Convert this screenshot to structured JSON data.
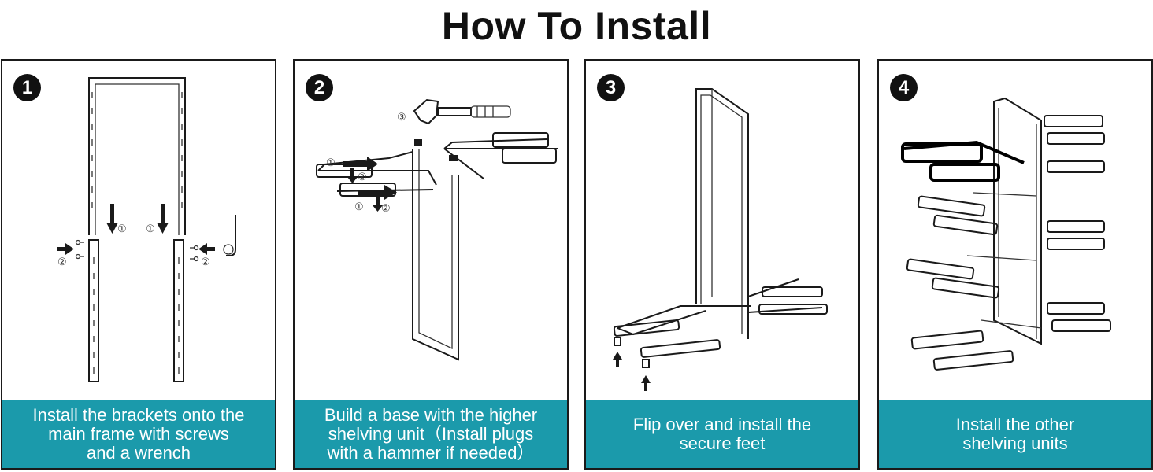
{
  "title": "How To Install",
  "steps": [
    {
      "number": "1",
      "caption": "Install the brackets onto the\nmain frame with screws\nand a wrench"
    },
    {
      "number": "2",
      "caption": "Build a base with the higher\nshelving unit（Install plugs\nwith a hammer if needed）"
    },
    {
      "number": "3",
      "caption": "Flip over and install the\nsecure feet"
    },
    {
      "number": "4",
      "caption": "Install the other\nshelving units"
    }
  ],
  "labels": {
    "one": "①",
    "two": "②",
    "three": "③"
  },
  "colors": {
    "caption_bg": "#1b9aab",
    "badge": "#111111",
    "line": "#1a1a1a"
  }
}
